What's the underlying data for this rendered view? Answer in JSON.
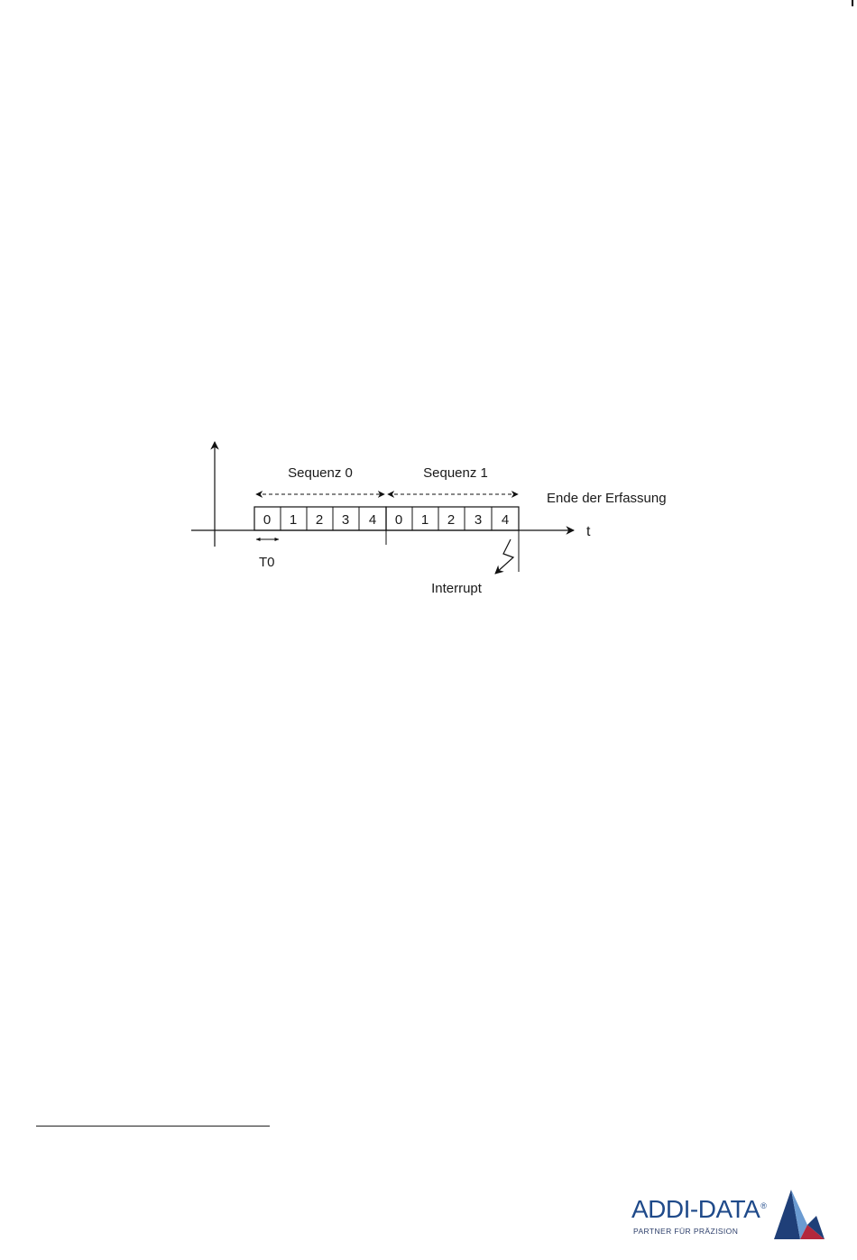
{
  "diagram": {
    "sequences": [
      {
        "label": "Sequenz 0",
        "slots": [
          "0",
          "1",
          "2",
          "3",
          "4"
        ]
      },
      {
        "label": "Sequenz 1",
        "slots": [
          "0",
          "1",
          "2",
          "3",
          "4"
        ]
      }
    ],
    "axis_label": "t",
    "end_label": "Ende der Erfassung",
    "period_label": "T0",
    "interrupt_label": "Interrupt"
  },
  "footer": {
    "brand": "ADDI-DATA",
    "registered_mark": "®",
    "tagline": "PARTNER FÜR PRÄZISION",
    "colors": {
      "brand_blue": "#1f4a8a",
      "logo_dark": "#1f3f78",
      "logo_light": "#6b9bd1",
      "logo_red": "#b3283c"
    }
  }
}
